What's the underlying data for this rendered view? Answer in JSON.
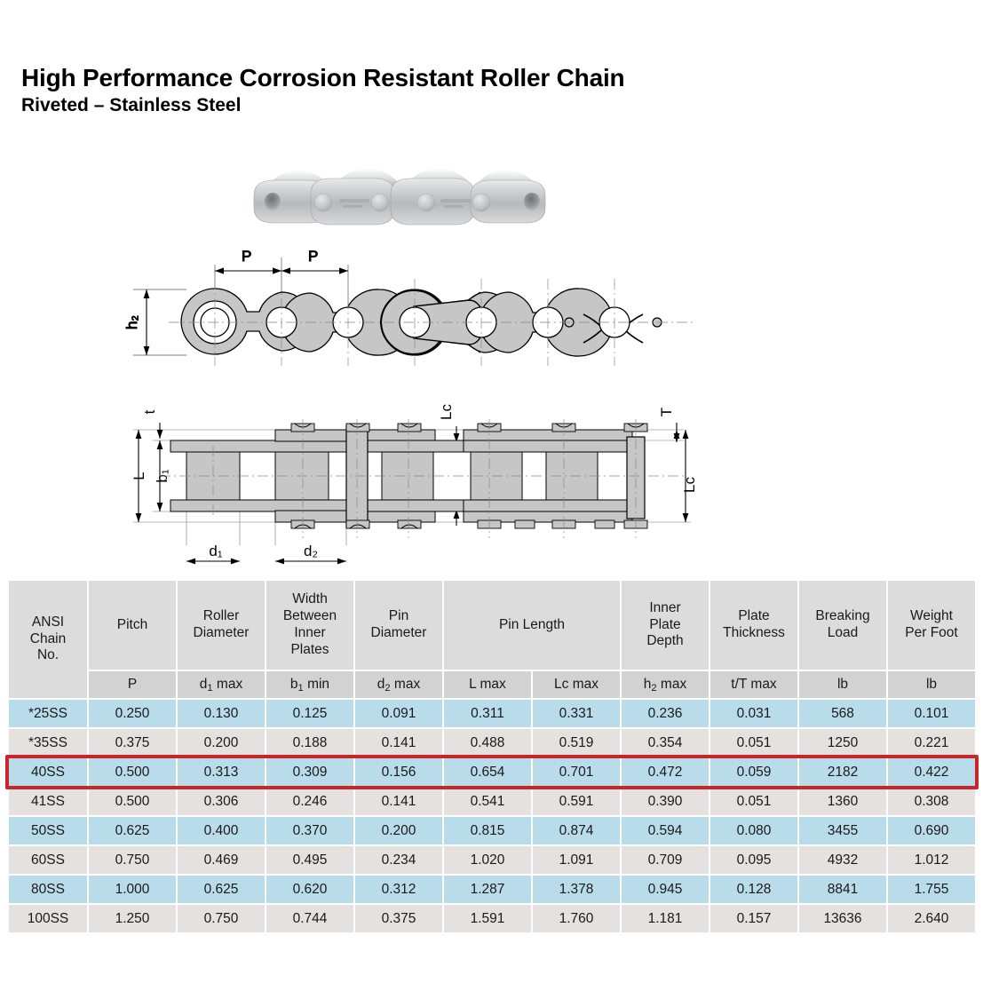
{
  "header": {
    "title": "High Performance Corrosion Resistant Roller Chain",
    "subtitle": "Riveted – Stainless Steel"
  },
  "figures": {
    "photo": {
      "name": "roller-chain-photograph",
      "alt": "Stainless steel roller chain photograph"
    },
    "side_view": {
      "name": "side-elevation-diagram",
      "labels": [
        "P",
        "P",
        "h2"
      ]
    },
    "section_view": {
      "name": "cross-section-diagram",
      "labels": [
        "t",
        "L",
        "b1",
        "d1",
        "d2",
        "Lc",
        "T",
        "Lc"
      ]
    }
  },
  "table": {
    "group_headers": [
      "ANSI\nChain\nNo.",
      "Pitch",
      "Roller Diameter",
      "Width Between Inner Plates",
      "Pin Diameter",
      "Pin Length",
      "Inner Plate Depth",
      "Plate Thickness",
      "Breaking Load",
      "Weight Per Foot"
    ],
    "group_headers_lines": [
      [
        "ANSI",
        "Chain",
        "No."
      ],
      [
        "Pitch"
      ],
      [
        "Roller",
        "Diameter"
      ],
      [
        "Width",
        "Between",
        "Inner",
        "Plates"
      ],
      [
        "Pin",
        "Diameter"
      ],
      [
        "Pin Length"
      ],
      [
        "Inner",
        "Plate",
        "Depth"
      ],
      [
        "Plate",
        "Thickness"
      ],
      [
        "Breaking",
        "Load"
      ],
      [
        "Weight",
        "Per Foot"
      ]
    ],
    "symbol_headers": [
      "",
      "P",
      "d1 max",
      "b1 min",
      "d2 max",
      "L max",
      "Lc max",
      "h2 max",
      "t/T max",
      "lb",
      "lb"
    ],
    "rows": [
      {
        "chain": "*25SS",
        "P": "0.250",
        "d1": "0.130",
        "b1": "0.125",
        "d2": "0.091",
        "L": "0.311",
        "Lc": "0.331",
        "h2": "0.236",
        "tT": "0.031",
        "breaking": "568",
        "weight": "0.101",
        "band": "blue",
        "highlight": false
      },
      {
        "chain": "*35SS",
        "P": "0.375",
        "d1": "0.200",
        "b1": "0.188",
        "d2": "0.141",
        "L": "0.488",
        "Lc": "0.519",
        "h2": "0.354",
        "tT": "0.051",
        "breaking": "1250",
        "weight": "0.221",
        "band": "gray",
        "highlight": false
      },
      {
        "chain": "40SS",
        "P": "0.500",
        "d1": "0.313",
        "b1": "0.309",
        "d2": "0.156",
        "L": "0.654",
        "Lc": "0.701",
        "h2": "0.472",
        "tT": "0.059",
        "breaking": "2182",
        "weight": "0.422",
        "band": "blue",
        "highlight": true
      },
      {
        "chain": "41SS",
        "P": "0.500",
        "d1": "0.306",
        "b1": "0.246",
        "d2": "0.141",
        "L": "0.541",
        "Lc": "0.591",
        "h2": "0.390",
        "tT": "0.051",
        "breaking": "1360",
        "weight": "0.308",
        "band": "gray",
        "highlight": false
      },
      {
        "chain": "50SS",
        "P": "0.625",
        "d1": "0.400",
        "b1": "0.370",
        "d2": "0.200",
        "L": "0.815",
        "Lc": "0.874",
        "h2": "0.594",
        "tT": "0.080",
        "breaking": "3455",
        "weight": "0.690",
        "band": "blue",
        "highlight": false
      },
      {
        "chain": "60SS",
        "P": "0.750",
        "d1": "0.469",
        "b1": "0.495",
        "d2": "0.234",
        "L": "1.020",
        "Lc": "1.091",
        "h2": "0.709",
        "tT": "0.095",
        "breaking": "4932",
        "weight": "1.012",
        "band": "gray",
        "highlight": false
      },
      {
        "chain": "80SS",
        "P": "1.000",
        "d1": "0.625",
        "b1": "0.620",
        "d2": "0.312",
        "L": "1.287",
        "Lc": "1.378",
        "h2": "0.945",
        "tT": "0.128",
        "breaking": "8841",
        "weight": "1.755",
        "band": "blue",
        "highlight": false
      },
      {
        "chain": "100SS",
        "P": "1.250",
        "d1": "0.750",
        "b1": "0.744",
        "d2": "0.375",
        "L": "1.591",
        "Lc": "1.760",
        "h2": "1.181",
        "tT": "0.157",
        "breaking": "13636",
        "weight": "2.640",
        "band": "gray",
        "highlight": false
      }
    ]
  },
  "colors": {
    "band_blue": "#b9dcea",
    "band_gray": "#e4e1de",
    "header_group": "#dcdcdc",
    "header_symbol": "#d2d2d2",
    "highlight_red": "#c9262c",
    "diagram_fill": "#c6c6c6",
    "diagram_line": "#000000"
  }
}
